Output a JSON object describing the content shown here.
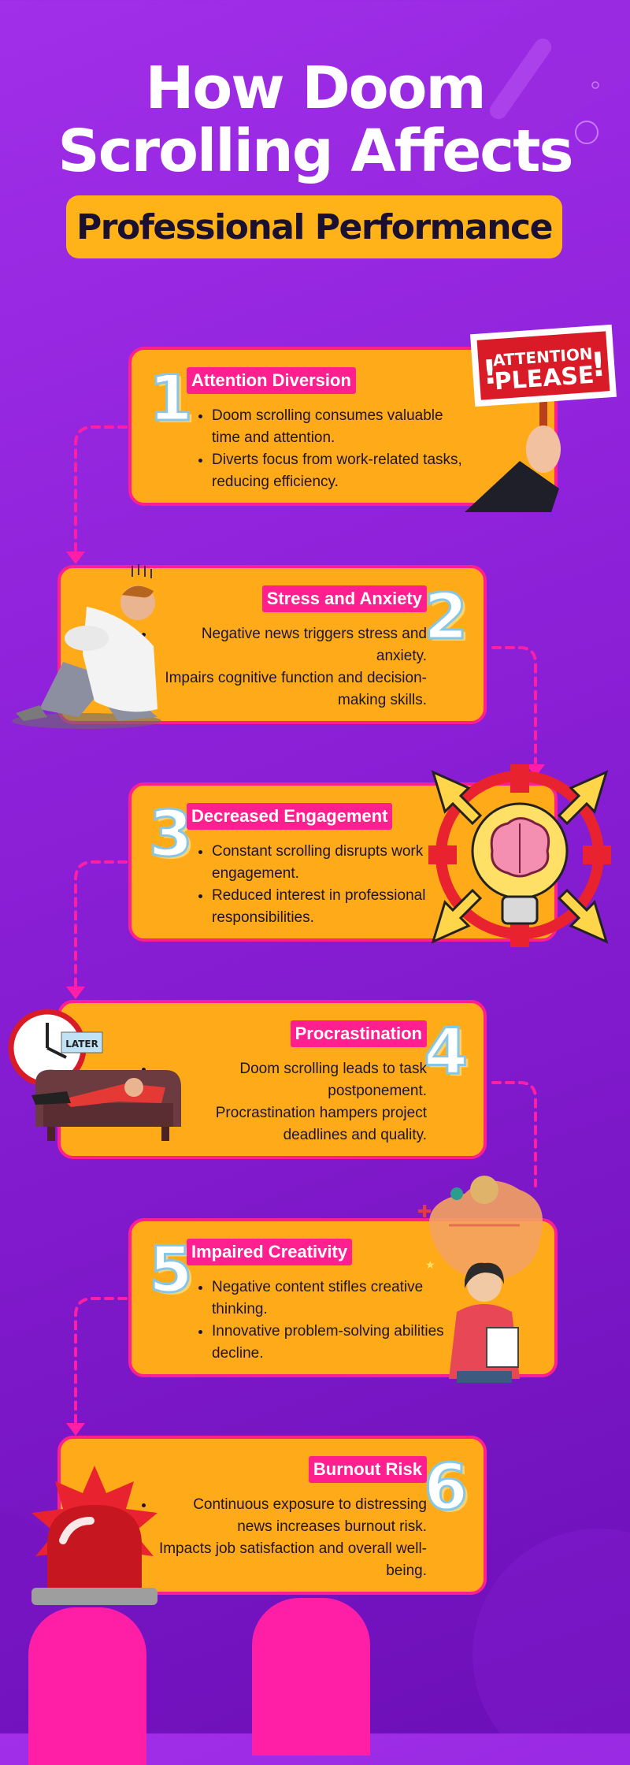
{
  "header": {
    "title_line1": "How Doom",
    "title_line2": "Scrolling Affects",
    "subtitle": "Professional Performance"
  },
  "colors": {
    "background": "#8a1fd6",
    "card": "#ffab19",
    "accent_pink": "#ff1f8e",
    "subtitle_box": "#ffb319"
  },
  "sign": {
    "line1": "ATTENTION",
    "line2": "PLEASE"
  },
  "note": {
    "later": "LATER"
  },
  "steps": [
    {
      "number": "1",
      "heading": "Attention Diversion",
      "bullets": [
        "Doom scrolling consumes valuable time and attention.",
        "Diverts focus from work-related tasks, reducing efficiency."
      ],
      "icon": "attention-sign-icon"
    },
    {
      "number": "2",
      "heading": "Stress and Anxiety",
      "bullets": [
        "Negative news triggers stress and anxiety.",
        "Impairs cognitive function and decision-making skills."
      ],
      "icon": "anxious-person-icon"
    },
    {
      "number": "3",
      "heading": "Decreased Engagement",
      "bullets": [
        "Constant scrolling disrupts work engagement.",
        "Reduced interest in professional responsibilities."
      ],
      "icon": "brain-bulb-target-icon"
    },
    {
      "number": "4",
      "heading": "Procrastination",
      "bullets": [
        "Doom scrolling leads to task postponement.",
        "Procrastination hampers project deadlines and quality."
      ],
      "icon": "clock-couch-icon"
    },
    {
      "number": "5",
      "heading": "Impaired Creativity",
      "bullets": [
        "Negative content stifles creative thinking.",
        "Innovative problem-solving abilities decline."
      ],
      "icon": "thinking-woman-icon"
    },
    {
      "number": "6",
      "heading": "Burnout Risk",
      "bullets": [
        "Continuous exposure to distressing news increases burnout risk.",
        "Impacts job satisfaction and overall well-being."
      ],
      "icon": "siren-alarm-icon"
    }
  ]
}
